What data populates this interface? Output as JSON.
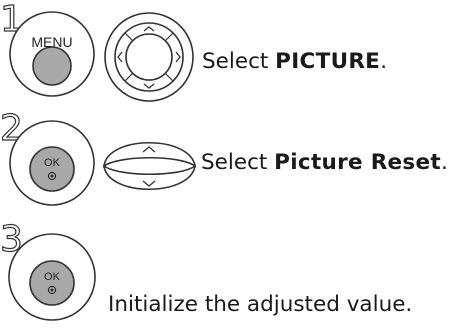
{
  "steps": [
    {
      "number": "1",
      "button_label": "MENU",
      "text_before": "Select ",
      "text_bold": "PICTURE",
      "text_after": "."
    },
    {
      "number": "2",
      "button_label": "OK",
      "text_before": "Select ",
      "text_bold": "Picture Reset",
      "text_after": "."
    },
    {
      "number": "3",
      "button_label": "OK",
      "text_before": "",
      "text_bold": "",
      "text_after": "Initialize the adjusted value."
    }
  ]
}
